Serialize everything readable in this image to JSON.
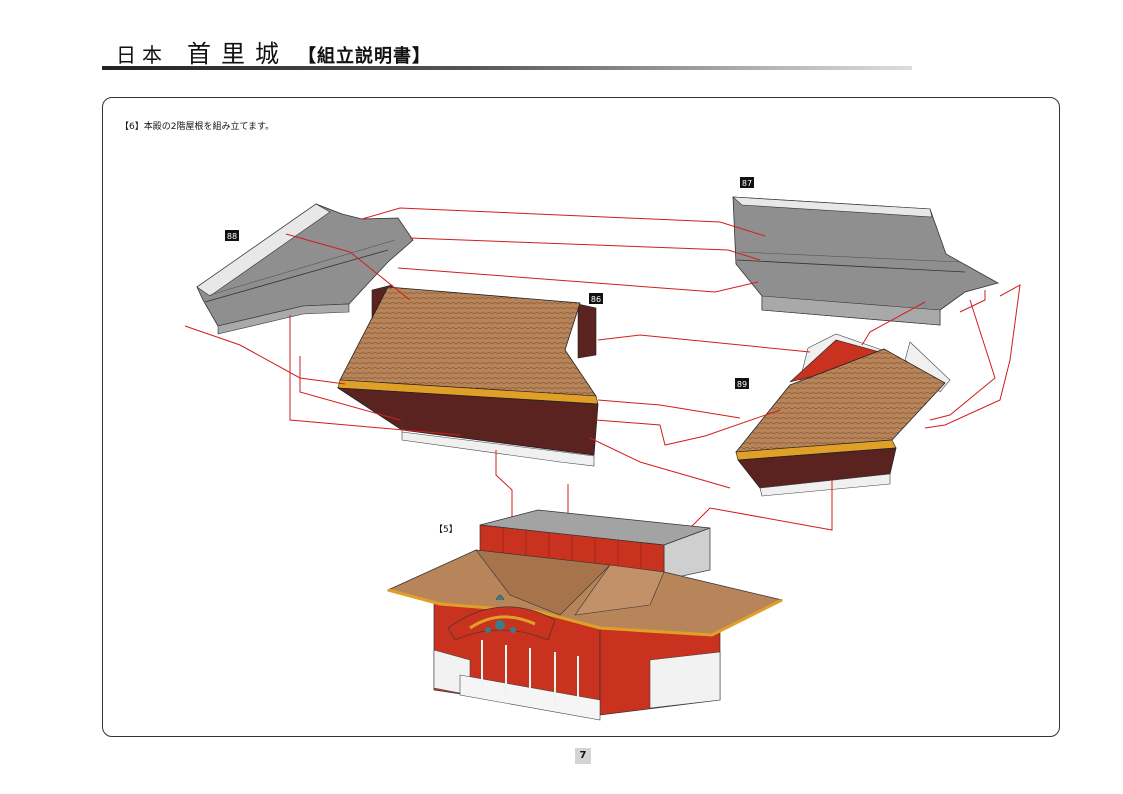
{
  "header": {
    "title_country": "日本",
    "title_castle": "首里城",
    "title_subtitle": "【組立説明書】"
  },
  "step": {
    "instruction": "【6】本殿の2階屋根を組み立てます。"
  },
  "parts": {
    "part_88": "88",
    "part_86": "86",
    "part_87": "87",
    "part_89": "89",
    "prev_assembly": "【5】"
  },
  "footer": {
    "page_number": "7"
  },
  "colors": {
    "roof_tile": "#b8845a",
    "roof_underside": "#5a2320",
    "wall_red": "#c8321e",
    "gray_part": "#8f8f8f",
    "guide_line": "#d21e1e"
  }
}
